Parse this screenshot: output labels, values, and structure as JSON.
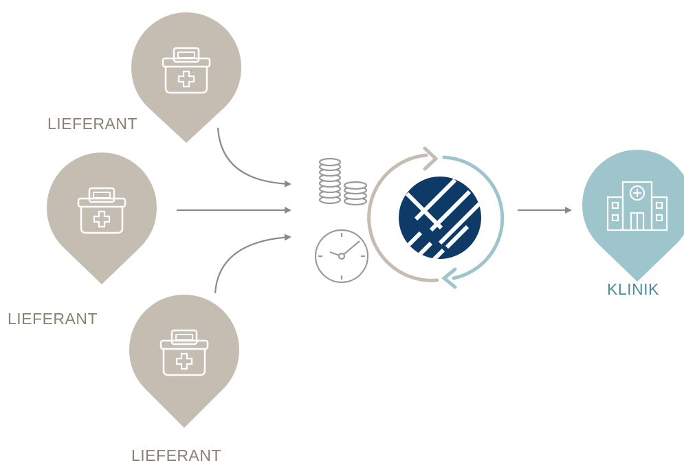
{
  "suppliers": [
    {
      "label": "LIEFERANT",
      "icon": "medical-kit-icon"
    },
    {
      "label": "LIEFERANT",
      "icon": "medical-kit-icon"
    },
    {
      "label": "LIEFERANT",
      "icon": "medical-kit-icon"
    }
  ],
  "clinic": {
    "label": "KLINIK",
    "icon": "hospital-icon"
  },
  "center": {
    "icons": [
      "coins-icon",
      "clock-icon"
    ],
    "logo": "handshake-logo-icon",
    "cycle": "cycle-arrows-icon"
  },
  "colors": {
    "supplier_pin": "#c6bdb2",
    "clinic_pin": "#9dc5cb",
    "navy": "#0d3a66",
    "arrow": "#8a8a8a",
    "icon_gray": "#9a9a9a",
    "clinic_text": "#4b8f9a",
    "supplier_text": "#8a7f73"
  }
}
